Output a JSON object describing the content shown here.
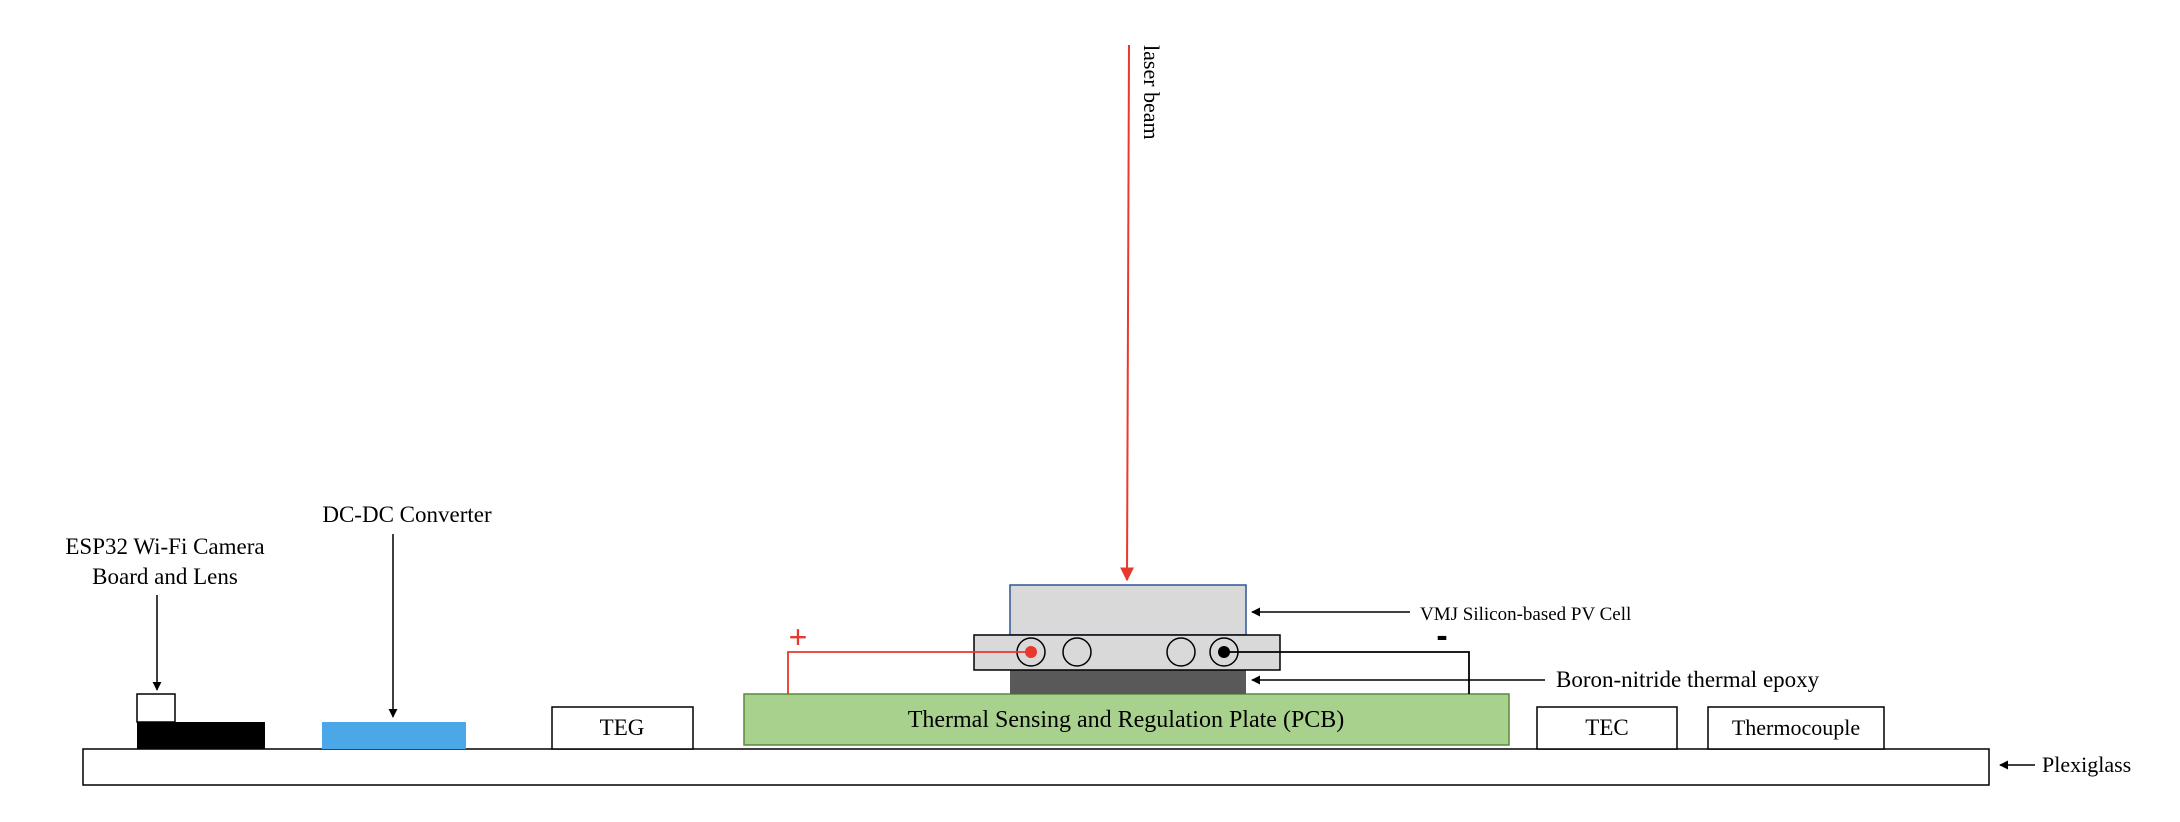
{
  "labels": {
    "laser": "laser beam",
    "esp32_line1": "ESP32 Wi-Fi Camera",
    "esp32_line2": "Board and Lens",
    "dcdc": "DC-DC Converter",
    "teg": "TEG",
    "pcb": "Thermal Sensing and Regulation Plate (PCB)",
    "tec": "TEC",
    "thermocouple": "Thermocouple",
    "plexiglass": "Plexiglass",
    "pv_cell": "VMJ Silicon-based PV Cell",
    "epoxy": "Boron-nitride thermal epoxy",
    "plus": "+",
    "minus": "-"
  },
  "colors": {
    "laser": "#e8392e",
    "plus_wire": "#e8392e",
    "pcb_fill": "#a9d18e",
    "pcb_stroke": "#5a8a3a",
    "converter": "#4aa8e8",
    "pv_fill": "#d9d9d9",
    "pv_stroke": "#2f5597",
    "epoxy": "#595959",
    "esp32_board": "#000000"
  }
}
